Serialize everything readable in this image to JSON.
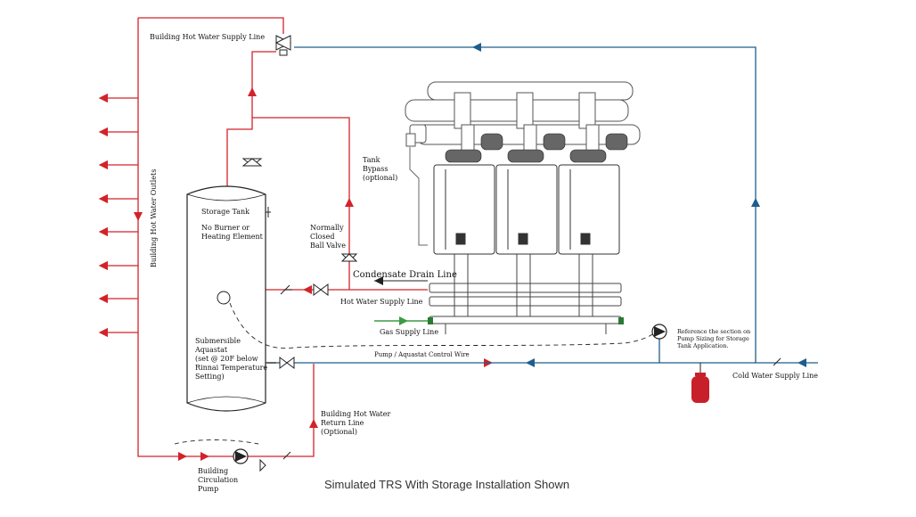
{
  "caption": "Simulated TRS With Storage Installation Shown",
  "colors": {
    "hot": "#d2232a",
    "cold": "#1f5d8c",
    "gas": "#3c9b45",
    "line": "#222222",
    "expansion_tank": "#c8202a"
  },
  "labels": {
    "supply_top": "Building Hot Water Supply Line",
    "outlets": "Building Hot Water Outlets",
    "tank_title": "Storage Tank",
    "tank_sub": [
      "No Burner or",
      "Heating Element"
    ],
    "bypass": [
      "Tank",
      "Bypass",
      "(optional)"
    ],
    "ball_valve": [
      "Normally",
      "Closed",
      "Ball Valve"
    ],
    "condensate": "Condensate Drain Line",
    "hw_supply": "Hot Water Supply Line",
    "gas": "Gas Supply Line",
    "aquastat": [
      "Submersible",
      "Aquastat",
      "(set @ 20F below",
      "Rinnai Temperature",
      "Setting)"
    ],
    "control_wire": "Pump / Aquastat Control Wire",
    "pump_ref": [
      "Reference the section on",
      "Pump Sizing for Storage",
      "Tank Application."
    ],
    "cold_supply": "Cold Water Supply Line",
    "return": [
      "Building Hot Water",
      "Return Line",
      "(Optional)"
    ],
    "circ_pump": [
      "Building",
      "Circulation",
      "Pump"
    ]
  },
  "icons": [
    "valve-icon",
    "check-valve-icon",
    "pump-icon",
    "flow-arrow-icon",
    "expansion-tank-icon",
    "water-heater-icon"
  ]
}
